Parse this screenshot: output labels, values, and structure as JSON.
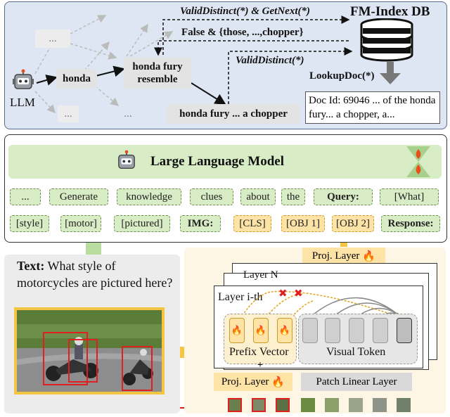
{
  "retrieval": {
    "llm_label": "LLM",
    "ghost_ellipsis": [
      "...",
      "...",
      "..."
    ],
    "node_honda": "honda",
    "node_honda_fury_resemble": "honda fury\nresemble",
    "node_honda_fury_chopper": "honda fury ...  a chopper",
    "call_valid_next": "ValidDistinct(*) & GetNext(*)",
    "call_false": "False & {those, ...,chopper}",
    "call_valid": "ValidDistinct(*)",
    "fm_index_label": "FM-Index DB",
    "lookup_label": "LookupDoc(*)",
    "doc_text": "Doc Id: 69046 ... of the honda fury... a chopper, a..."
  },
  "llm_panel": {
    "title": "Large Language Model",
    "tokens_row1": [
      "...",
      "Generate",
      "knowledge",
      "clues",
      "about",
      "the",
      "Query:",
      "[What]"
    ],
    "tokens_row2": [
      "[style]",
      "[motor]",
      "[pictured]",
      "IMG:",
      "[CLS]",
      "[OBJ 1]",
      "[OBJ 2]",
      "Response:"
    ]
  },
  "input": {
    "text_label": "Text:",
    "query_text": "What style of motorcycles are pictured here?"
  },
  "encoder": {
    "proj_layer_top": "Proj. Layer",
    "layer_n": "Layer N",
    "layer_i": "Layer i-th",
    "prefix_vector": "Prefix Vector",
    "visual_token": "Visual Token",
    "proj_layer_bottom": "Proj. Layer",
    "patch_linear": "Patch Linear Layer",
    "plus": "+"
  },
  "colors": {
    "retrieval_bg": "#dfe6f3",
    "llm_bg": "#d8ecc6",
    "yellow": "#f6c443",
    "red": "#e02020"
  }
}
